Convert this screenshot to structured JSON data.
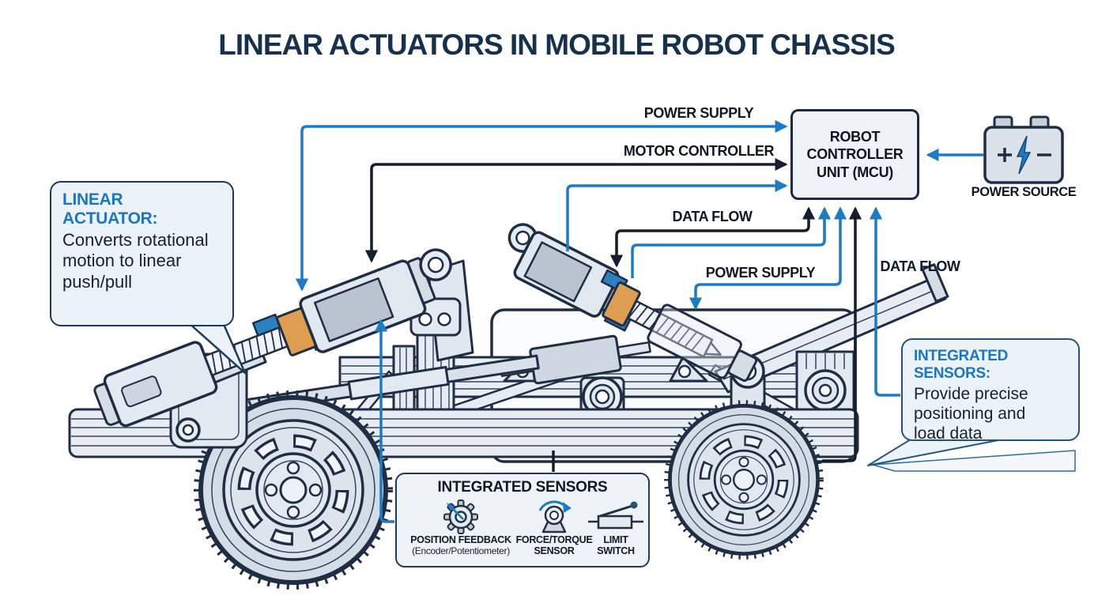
{
  "title": "LINEAR ACTUATORS IN MOBILE ROBOT CHASSIS",
  "colors": {
    "accent_blue": "#1d7ac4",
    "line_dark": "#141e2c",
    "stroke_navy": "#1f2e44",
    "part_fill": "#e7ecf2",
    "nut_orange": "#dd9e52",
    "block_blue": "#2b80c2",
    "callout_fill": "#ecf3f8"
  },
  "mcu": {
    "label": "ROBOT\nCONTROLLER\nUNIT (MCU)"
  },
  "power_source": {
    "label": "POWER SOURCE",
    "plus": "+",
    "minus": "−"
  },
  "connections": {
    "power_supply_top": "POWER SUPPLY",
    "motor_controller": "MOTOR CONTROLLER",
    "data_flow_mid": "DATA FLOW",
    "power_supply_mid": "POWER SUPPLY",
    "data_flow_right": "DATA FLOW"
  },
  "callouts": {
    "linear_actuator": {
      "title": "LINEAR ACTUATOR:",
      "body": "Converts rotational\nmotion to linear\npush/pull"
    },
    "integrated_sensors": {
      "title": "INTEGRATED SENSORS:",
      "body": "Provide precise\npositioning and\nload data"
    }
  },
  "sensors_box": {
    "title": "INTEGRATED SENSORS",
    "items": [
      {
        "icon": "position-feedback-gear-icon",
        "label": "POSITION FEEDBACK",
        "sublabel": "(Encoder/Potentiometer)"
      },
      {
        "icon": "force-torque-sensor-icon",
        "label": "FORCE/TORQUE\nSENSOR",
        "sublabel": ""
      },
      {
        "icon": "limit-switch-icon",
        "label": "LIMIT\nSWITCH",
        "sublabel": ""
      }
    ]
  }
}
